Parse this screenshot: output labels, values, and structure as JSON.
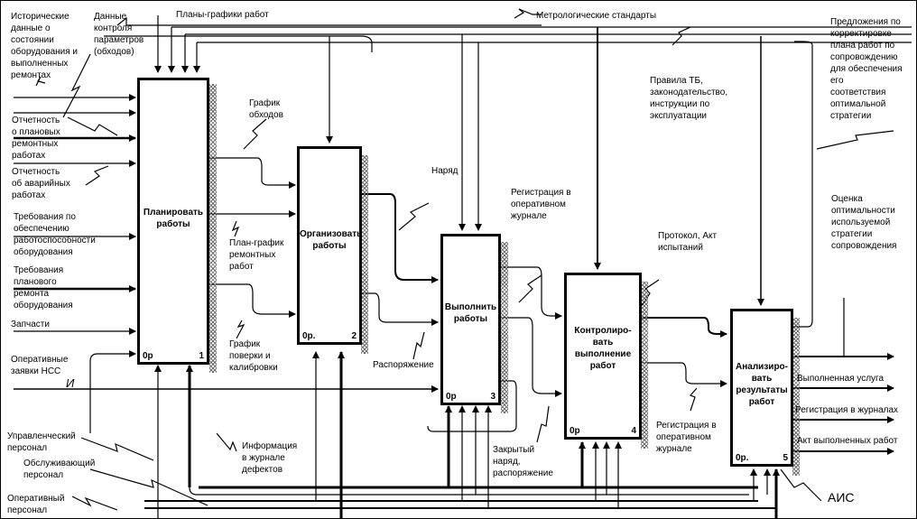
{
  "diagram": {
    "type": "IDEF0",
    "boxes": [
      {
        "id": 1,
        "title": "Планировать\nработы",
        "op": "0р",
        "number": "1"
      },
      {
        "id": 2,
        "title": "Организовать\nработы",
        "op": "0р.",
        "number": "2"
      },
      {
        "id": 3,
        "title": "Выполнить\nработы",
        "op": "0р",
        "number": "3"
      },
      {
        "id": 4,
        "title": "Контролиро-\nвать\nвыполнение\nработ",
        "op": "0р",
        "number": "4"
      },
      {
        "id": 5,
        "title": "Анализиро-\nвать\nрезультаты\nработ",
        "op": "0р.",
        "number": "5"
      }
    ],
    "inputs": {
      "historical": "Исторические\nданные о\nсостоянии\nоборудования и\nвыполненных\nремонтах",
      "control_data": "Данные\nконтроля\nпараметров\n(обходов)",
      "planned_reports": "Отчетность\nо плановых\nремонтных\nработах",
      "emergency_reports": "Отчетность\nоб аварийных\nработах",
      "reliability_reqs": "Требования по\nобеспечению\nработоспособности\nоборудования",
      "planned_repair_reqs": "Требования\nпланового\nремонта\nоборудования",
      "spare_parts": "Запчасти",
      "operative_requests": "Оперативные\nзаявки НСС",
      "i_mark": "И"
    },
    "controls": {
      "work_schedules": "Планы-графики работ",
      "metrology": "Метрологические стандарты",
      "safety_rules": "Правила ТБ,\nзаконодательство,\nинструкции по\nэксплуатации",
      "proposals": "Предложения по\nкорректировке\nплана работ по\nсопровождению\nдля обеспечения\nего\nсоответствия\nоптимальной\nстратегии"
    },
    "intermediate": {
      "round_schedule": "График\nобходов",
      "repair_plan": "План-график\nремонтных\nработ",
      "calibration_schedule": "График\nповерки и\nкалибровки",
      "work_order": "Наряд",
      "order": "Распоряжение",
      "registration_journal_3": "Регистрация в\nоперативном\nжурнале",
      "protocol": "Протокол, Акт\nиспытаний",
      "registration_journal_4": "Регистрация в\nоперативном\nжурнале",
      "closed_order": "Закрытый\nнаряд,\nраспоряжение",
      "defects_info": "Информация\nв журнале\nдефектов",
      "optimality": "Оценка\nоптимальности\nиспользуемой\nстратегии\nсопровождения"
    },
    "outputs": {
      "service_done": "Выполненная услуга",
      "journal_registration": "Регистрация в журналах",
      "completion_act": "Акт выполненных работ"
    },
    "mechanisms": {
      "management": "Управленческий\nперсонал",
      "maintenance": "Обслуживающий\nперсонал",
      "operational": "Оперативный\nперсонал",
      "ais": "АИС"
    }
  }
}
